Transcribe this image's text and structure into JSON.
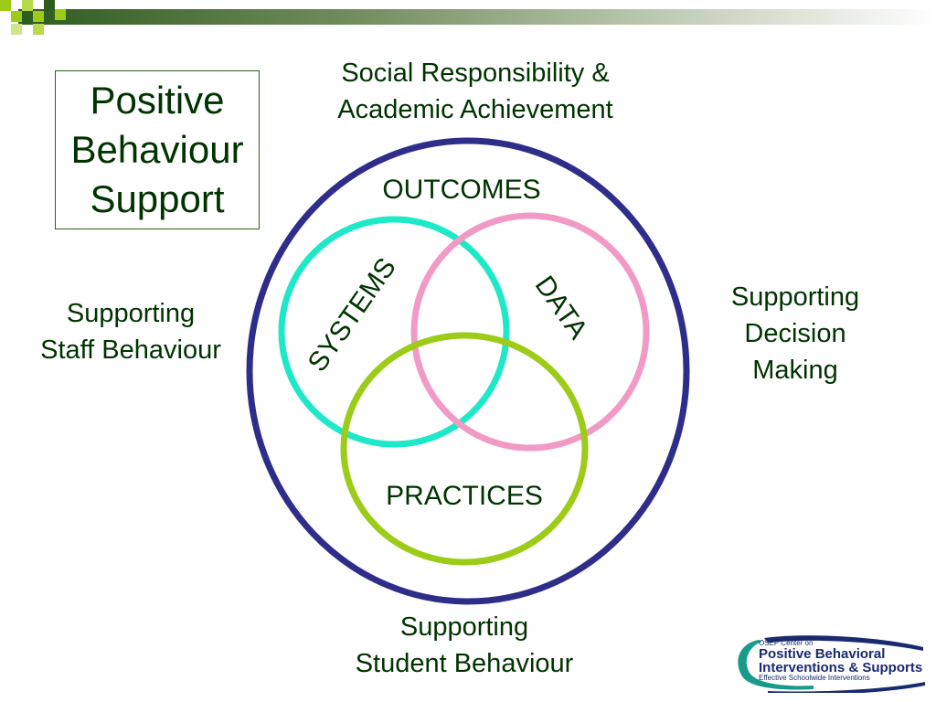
{
  "title": [
    "Positive",
    "Behaviour",
    "Support"
  ],
  "labels": {
    "top": [
      "Social Responsibility &",
      "Academic Achievement"
    ],
    "left": [
      "Supporting",
      "Staff Behaviour"
    ],
    "right": [
      "Supporting",
      "Decision",
      "Making"
    ],
    "bottom": [
      "Supporting",
      "Student Behaviour"
    ]
  },
  "circles": {
    "outcomes": "OUTCOMES",
    "systems": "SYSTEMS",
    "data": "DATA",
    "practices": "PRACTICES"
  },
  "logo": {
    "line1": "OSEP Center on",
    "line2": "Positive Behavioral",
    "line3": "Interventions & Supports",
    "line4": "Effective Schoolwide Interventions"
  },
  "colors": {
    "outer_circle": "#2e2e8a",
    "systems_circle": "#1de9c8",
    "data_circle": "#f29ac6",
    "practices_circle": "#9ccc18",
    "text": "#003300",
    "accent_green": "#6b8e23"
  }
}
